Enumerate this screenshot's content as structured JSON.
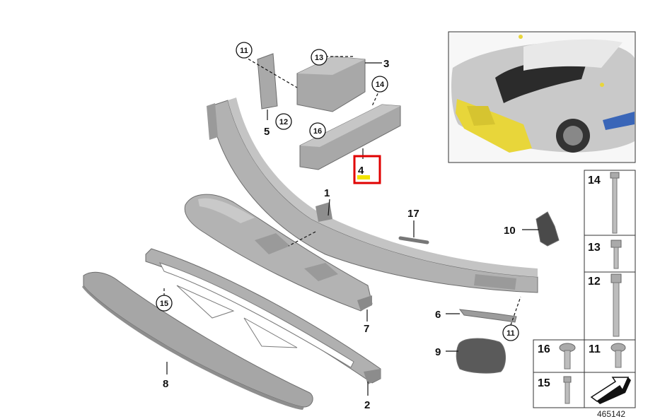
{
  "diagram_id": "465142",
  "highlighted_part": "4",
  "labels": {
    "p1": "1",
    "p2": "2",
    "p3": "3",
    "p4": "4",
    "p5": "5",
    "p6": "6",
    "p7": "7",
    "p8": "8",
    "p9": "9",
    "p10": "10",
    "p11a": "11",
    "p11b": "11",
    "p12": "12",
    "p13": "13",
    "p14": "14",
    "p15": "15",
    "p16": "16",
    "p17": "17"
  },
  "fastener_table": {
    "t14": "14",
    "t13": "13",
    "t12": "12",
    "t16": "16",
    "t11": "11",
    "t15": "15"
  },
  "colors": {
    "part_fill": "#a9a9a9",
    "part_dark": "#8a8a8a",
    "highlight_box": "#e00000",
    "highlight_fill": "#f2e400",
    "car_highlight": "#e8d63a"
  }
}
